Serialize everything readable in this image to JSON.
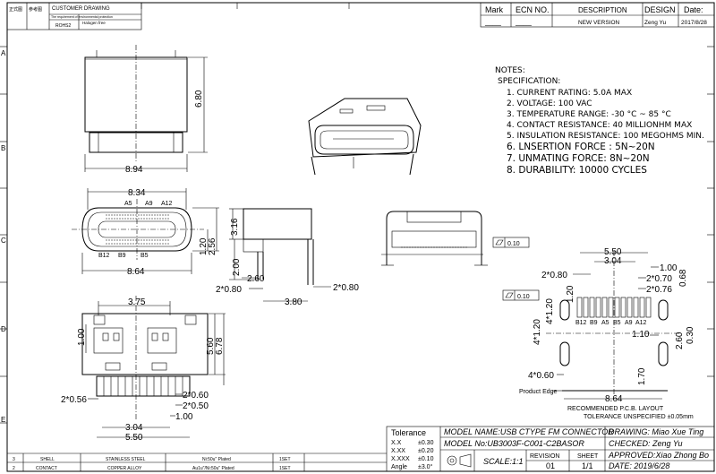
{
  "header": {
    "revision_cols": [
      "Mark",
      "ECN NO.",
      "DESCRIPTION",
      "DESIGN",
      "Date:"
    ],
    "revision_row": {
      "mark": "____",
      "ecn": "____",
      "description": "NEW VERSION",
      "design": "Zeng Yu",
      "date": "2017/8/28"
    },
    "top_left": {
      "c1": "正式图",
      "c2": "参考图",
      "customer": "CUSTOMER DRAWING",
      "sub": "The requirement of environmental protection",
      "rohs": "ROHS2",
      "halogen": "Halogen free"
    }
  },
  "zones": [
    "A",
    "B",
    "C",
    "D",
    "E"
  ],
  "notes": {
    "title": "NOTES:",
    "spec": "SPECIFICATION:",
    "items": [
      "1. CURRENT RATING: 5.0A MAX",
      "2. VOLTAGE: 100 VAC",
      "3. TEMPERATURE RANGE: -30 °C ~ 85 °C",
      "4. CONTACT RESISTANCE: 40 MILLIONHM MAX",
      "5. INSULATION RESISTANCE: 100 MEGOHMS MIN."
    ],
    "items_large": [
      "6.  LNSERTION  FORCE : 5N~20N",
      "7.  UNMATING  FORCE: 8N~20N",
      "8.  DURABILITY:    10000  CYCLES"
    ]
  },
  "dims": {
    "top_w": "8.94",
    "top_h": "6.80",
    "front_w1": "8.34",
    "front_w2": "8.64",
    "front_h1": "1.20",
    "front_h2": "2.56",
    "pins_top": [
      "A5",
      "A9",
      "A12"
    ],
    "pins_bot": [
      "B12",
      "B9",
      "B5"
    ],
    "side_h1": "3.16",
    "side_h2": "2.00",
    "side_w1": "2.60",
    "side_w2": "2*0.80",
    "side_w3": "3.80",
    "side_w4": "2*0.80",
    "flat1": "0.10",
    "flat2": "0.10",
    "bot_w1": "3.75",
    "bot_h1": "1.00",
    "bot_h2": "5.60",
    "bot_h3": "6.78",
    "bot_l1": "2*0.56",
    "bot_r1": "2*0.60",
    "bot_r2": "2*0.50",
    "bot_r3": "1.00",
    "bot_w2": "3.04",
    "bot_w3": "5.50",
    "pcb_w1": "5.50",
    "pcb_w2": "3.04",
    "pcb_r1": "1.00",
    "pcb_r2": "2*0.70",
    "pcb_r3": "2*0.76",
    "pcb_r4": "0.68",
    "pcb_l1": "2*0.80",
    "pcb_v1": "1.20",
    "pcb_v2": "4*1.20",
    "pcb_v3": "4*0.60",
    "pcb_r5": "1.10",
    "pcb_r6": "2.60",
    "pcb_r7": "0.30",
    "pcb_v4": "1.70",
    "pcb_w3": "8.64",
    "pcb_pins": [
      "B12",
      "B9",
      "A5",
      "B5",
      "A9",
      "A12"
    ],
    "product_edge": "Product Edge",
    "pcb_caption": "RECOMMENDED   P.C.B.  LAYOUT",
    "tol_caption": "TOLERANCE UNSPECIFIED ±0.05mm"
  },
  "title_block": {
    "tolerance": "Tolerance",
    "tol_rows": [
      [
        "X.X",
        "±0.30"
      ],
      [
        "X.XX",
        "±0.20"
      ],
      [
        "X.XXX",
        "±0.10"
      ],
      [
        "Angle",
        "±3.0°"
      ]
    ],
    "model_name": "MODEL NAME:USB CTYPE FM CONNECTOR",
    "model_no": "MODEL No:UB3003F-C001-C2BASOR",
    "scale": "SCALE:1:1",
    "revision_label": "REVISION",
    "revision": "01",
    "sheet_label": "SHEET",
    "sheet": "1/1",
    "drawing": "DRAWING:  Miao Xue Ting",
    "checked": "CHECKED:  Zeng Yu",
    "approved": "APPROVED:Xiao Zhong Bo",
    "date": "DATE:     2019/6/28"
  },
  "bom": [
    {
      "no": "3",
      "name": "SHELL",
      "material": "STAINLESS STEEL",
      "finish": "Ni:50u\" Plated",
      "qty": "1SET"
    },
    {
      "no": "2",
      "name": "CONTACT",
      "material": "COPPER ALLOY",
      "finish": "Au1u\"/Ni:50u\" Plated",
      "qty": "1SET"
    }
  ]
}
